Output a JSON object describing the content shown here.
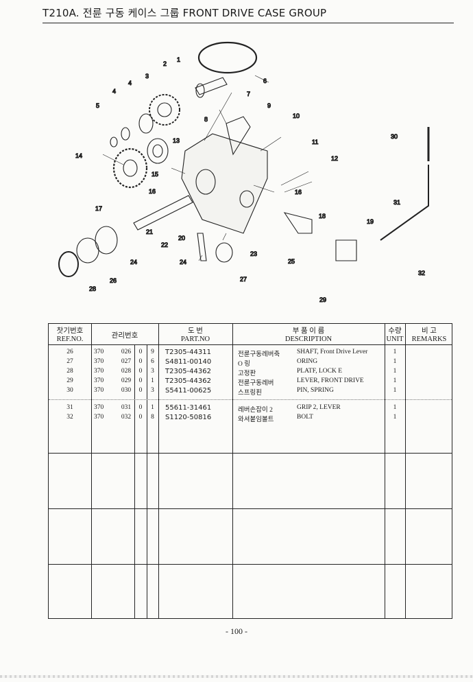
{
  "header": {
    "title": "T210A. 전륜 구동 케이스 그룹 FRONT DRIVE CASE GROUP"
  },
  "diagram": {
    "labels": [
      "1",
      "2",
      "3",
      "4",
      "4",
      "5",
      "6",
      "7",
      "8",
      "9",
      "10",
      "11",
      "12",
      "13",
      "14",
      "15",
      "16",
      "16",
      "17",
      "18",
      "19",
      "20",
      "21",
      "22",
      "23",
      "24",
      "24",
      "25",
      "26",
      "27",
      "28",
      "29",
      "30",
      "31",
      "32"
    ]
  },
  "table": {
    "headers": {
      "ref_ko": "찻기번호",
      "ref_en": "REF.NO.",
      "mgmt_ko": "관리번호",
      "drawing_ko": "도  번",
      "drawing_en": "PART.NO",
      "desc_ko": "부  품  이  름",
      "desc_en": "DESCRIPTION",
      "qty_ko": "수량",
      "qty_en": "UNIT",
      "rem_ko": "비  고",
      "rem_en": "REMARKS"
    },
    "rows": [
      {
        "ref": "26",
        "m1": "370",
        "m2": "026",
        "m3": "0",
        "m4": "9",
        "part": "T2305-44311",
        "ko": "전륜구동레버축",
        "en": "SHAFT, Front Drive Lever",
        "qty": "1"
      },
      {
        "ref": "27",
        "m1": "370",
        "m2": "027",
        "m3": "0",
        "m4": "6",
        "part": "S4811-00140",
        "ko": "O  링",
        "en": "ORING",
        "qty": "1"
      },
      {
        "ref": "28",
        "m1": "370",
        "m2": "028",
        "m3": "0",
        "m4": "3",
        "part": "T2305-44362",
        "ko": "고정판",
        "en": "PLATF, LOCK E",
        "qty": "1"
      },
      {
        "ref": "29",
        "m1": "370",
        "m2": "029",
        "m3": "0",
        "m4": "1",
        "part": "T2305-44362",
        "ko": "전륜구동레버",
        "en": "LEVER, FRONT DRIVE",
        "qty": "1"
      },
      {
        "ref": "30",
        "m1": "370",
        "m2": "030",
        "m3": "0",
        "m4": "3",
        "part": "S5411-00625",
        "ko": "스프링핀",
        "en": "PIN, SPRING",
        "qty": "1"
      },
      {
        "ref": "31",
        "m1": "370",
        "m2": "031",
        "m3": "0",
        "m4": "1",
        "part": "55611-31461",
        "ko": "레버손잡이 2",
        "en": "GRIP 2, LEVER",
        "qty": "1"
      },
      {
        "ref": "32",
        "m1": "370",
        "m2": "032",
        "m3": "0",
        "m4": "8",
        "part": "S1120-50816",
        "ko": "와셔붙임볼트",
        "en": "BOLT",
        "qty": "1"
      }
    ]
  },
  "footer": {
    "page": "- 100 -"
  }
}
